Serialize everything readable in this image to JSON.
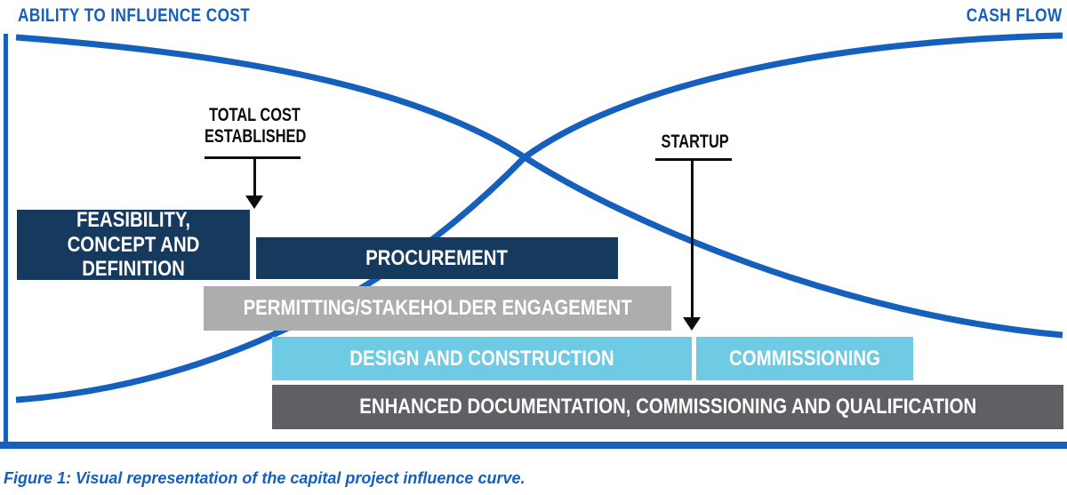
{
  "colors": {
    "accent_blue": "#1560BD",
    "navy": "#16395E",
    "light_blue": "#6FCAE3",
    "light_gray": "#ADADAD",
    "dark_gray": "#5E6064",
    "annotation_black": "#0D0D0D"
  },
  "axis_titles": {
    "left": "ABILITY TO INFLUENCE COST",
    "right": "CASH FLOW"
  },
  "curves": [
    {
      "name": "ability-to-influence-cost-curve",
      "color": "#1560BD"
    },
    {
      "name": "cash-flow-curve",
      "color": "#1560BD"
    }
  ],
  "annotations": {
    "total_cost": {
      "label": "TOTAL COST ESTABLISHED"
    },
    "startup": {
      "label": "STARTUP"
    }
  },
  "bars": [
    {
      "id": "feasibility",
      "label": "FEASIBILITY, CONCEPT AND DEFINITION",
      "color": "#16395E"
    },
    {
      "id": "procurement",
      "label": "PROCUREMENT",
      "color": "#16395E"
    },
    {
      "id": "permitting",
      "label": "PERMITTING/STAKEHOLDER ENGAGEMENT",
      "color": "#ADADAD"
    },
    {
      "id": "design",
      "label": "DESIGN AND CONSTRUCTION",
      "color": "#6FCAE3"
    },
    {
      "id": "commissioning",
      "label": "COMMISSIONING",
      "color": "#6FCAE3"
    },
    {
      "id": "enhanced",
      "label": "ENHANCED DOCUMENTATION, COMMISSIONING AND QUALIFICATION",
      "color": "#5E6064"
    }
  ],
  "caption": "Figure 1: Visual representation of the capital project influence curve."
}
